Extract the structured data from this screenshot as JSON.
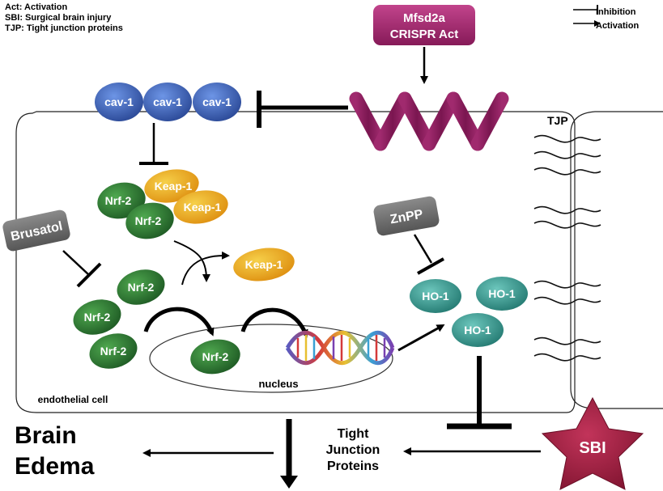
{
  "abbrev_legend": [
    "Act: Activation",
    "SBI: Surgical brain injury",
    "TJP: Tight junction proteins"
  ],
  "symbol_key": {
    "inhibition_label": "Inhibition",
    "activation_label": "Activation"
  },
  "mfsd2a_box": {
    "line1": "Mfsd2a",
    "line2": "CRISPR Act",
    "color": "#a4246f"
  },
  "cav1": [
    "cav-1",
    "cav-1",
    "cav-1"
  ],
  "nrf2_label": "Nrf-2",
  "keap1_label": "Keap-1",
  "brusatol": "Brusatol",
  "znpp": "ZnPP",
  "ho1_label": "HO-1",
  "nucleus_label": "nucleus",
  "cell_label": "endothelial cell",
  "tjp_label": "TJP",
  "outcome": {
    "line1": "Brain",
    "line2": "Edema"
  },
  "tight_junction": {
    "line1": "Tight",
    "line2": "Junction",
    "line3": "Proteins"
  },
  "sbi_label": "SBI",
  "colors": {
    "cav1": "#3a5fb8",
    "nrf2": "#2e7d2e",
    "keap1": "#e8a820",
    "ho1": "#3a9a90",
    "drug_gray": "#6e6e6e",
    "sbi": "#9a1b3c",
    "mfsd2a_helix": "#8e1f63"
  }
}
